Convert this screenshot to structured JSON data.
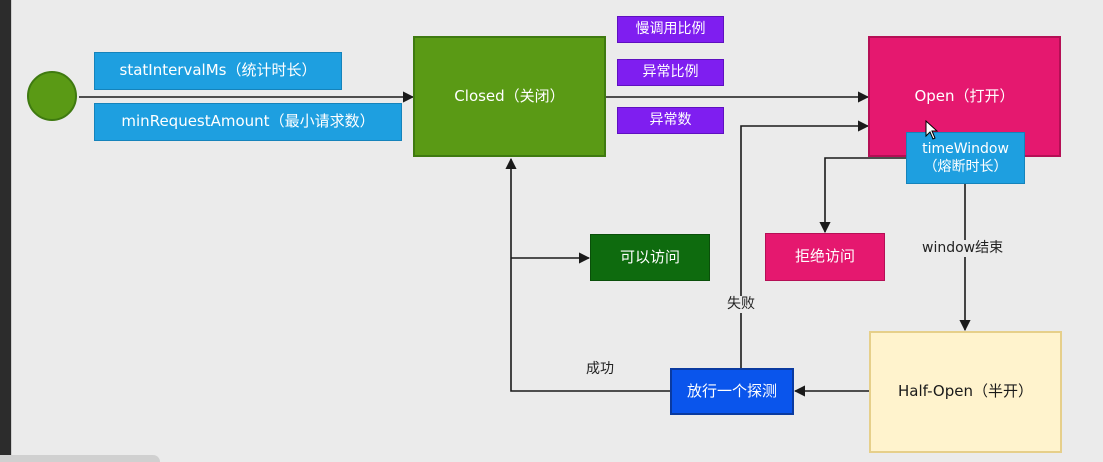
{
  "colors": {
    "green_state": "#5a9a15",
    "pink_state": "#e5186f",
    "blue_label": "#1e9fe0",
    "purple_label": "#7f1ef0",
    "dark_green": "#0e6b0e",
    "yellow_state": "#fff3cd",
    "probe_blue": "#0a55ec",
    "edge": "#1a1a1a"
  },
  "nodes": {
    "closed": "Closed（关闭）",
    "open": "Open（打开）",
    "half_open": "Half-Open（半开）",
    "probe": "放行一个探测",
    "allow": "可以访问",
    "reject": "拒绝访问"
  },
  "params": {
    "stat_interval": "statIntervalMs（统计时长）",
    "min_request": "minRequestAmount（最小请求数）",
    "time_window": "timeWindow\n（熔断时长）"
  },
  "triggers": [
    "慢调用比例",
    "异常比例",
    "异常数"
  ],
  "edge_labels": {
    "window_end": "window结束",
    "fail": "失败",
    "success": "成功"
  }
}
